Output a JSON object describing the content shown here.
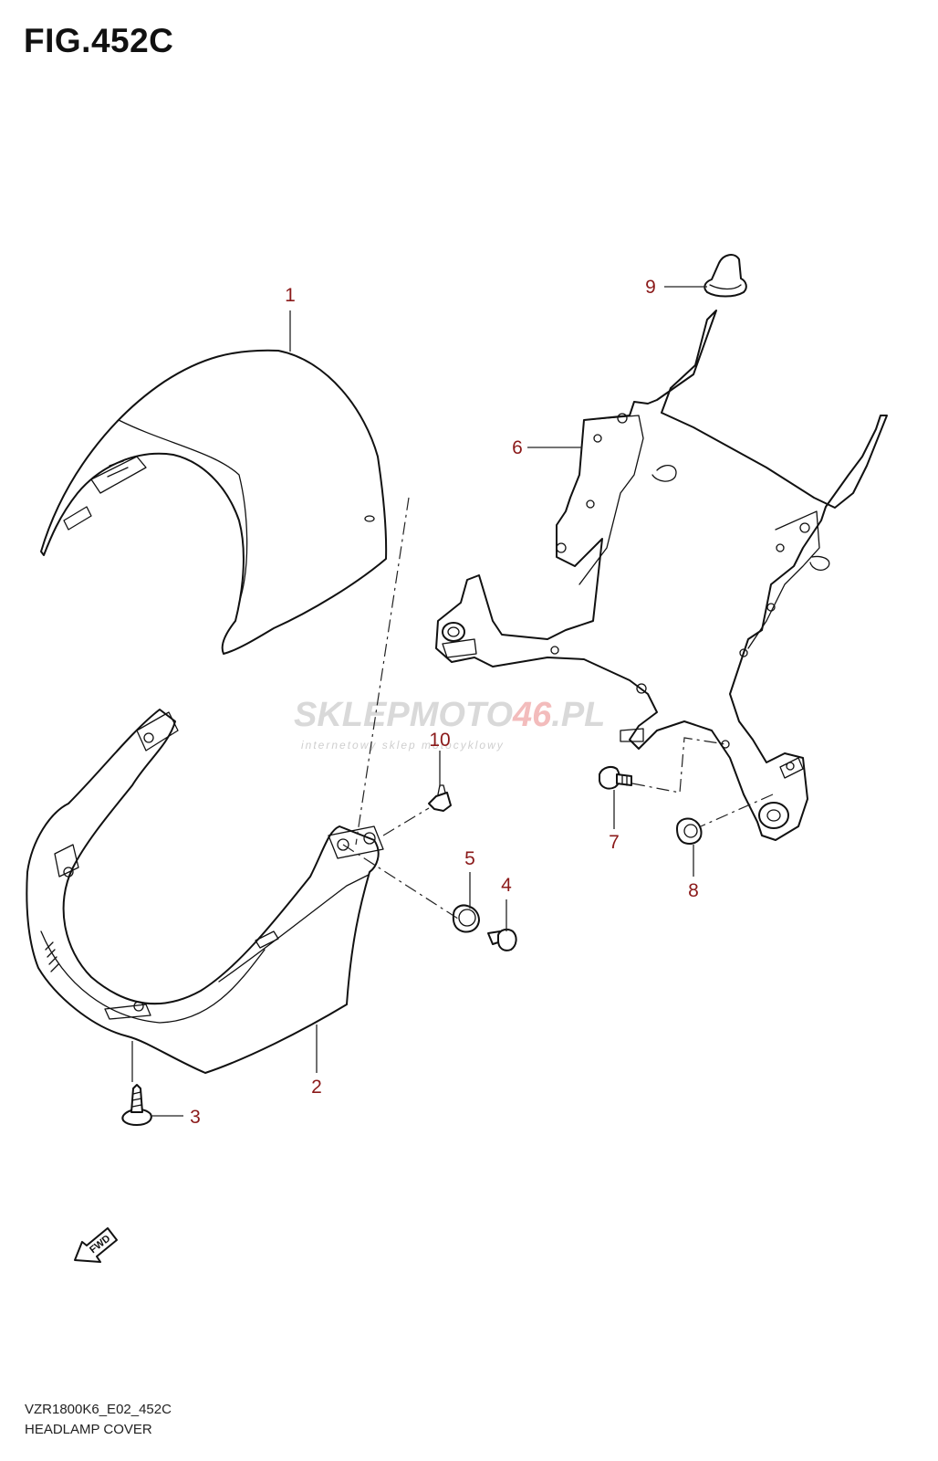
{
  "figure": {
    "title": "FIG.452C",
    "code": "VZR1800K6_E02_452C",
    "name": "HEADLAMP COVER"
  },
  "callouts": [
    "1",
    "2",
    "3",
    "4",
    "5",
    "6",
    "7",
    "8",
    "9",
    "10"
  ],
  "watermark": {
    "brand_a": "SKLEP",
    "brand_b": "MOTO",
    "brand_c": "46",
    "brand_d": ".PL",
    "tagline": "internetowy sklep motocyklowy"
  },
  "direction_marker": "FWD",
  "colors": {
    "callout": "#8b1a1a",
    "watermark_gray": "#d9d9d9",
    "watermark_red": "#f3bcbc"
  }
}
